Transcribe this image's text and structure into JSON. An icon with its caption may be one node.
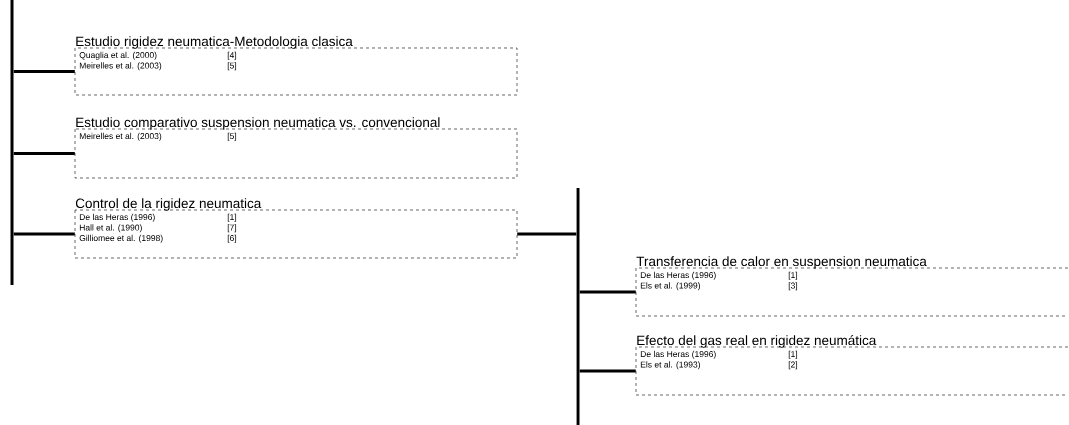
{
  "diagram": {
    "nodes": [
      {
        "text": [],
        "shape": "bar"
      },
      {
        "text": [
          "Estudio rigidez neumatica-Metodologia clasica",
          "Quaglia et al. (2000)",
          "[4]",
          "Meirelles et al. (2003)",
          "[5]"
        ]
      },
      {
        "text": [
          "Estudio comparativo suspension neumatica vs. convencional",
          "Meirelles et al. (2003)",
          "[5]"
        ]
      },
      {
        "text": [
          "Control de la rigidez neumatica",
          "De las Heras (1996)",
          "[1]",
          "Hall et al. (1990)",
          "[7]",
          "Gilliomee et al. (1998)",
          "[6]"
        ]
      },
      {
        "text": [],
        "shape": "bar"
      },
      {
        "text": [
          "Transferencia de calor en suspension neumatica",
          "De las Heras (1996)",
          "[1]",
          "Els et al. (1999)",
          "[3]"
        ]
      },
      {
        "text": [
          "Efecto del gas real en rigidez neumática",
          "De las Heras (1996)",
          "[1]",
          "Els et al. (1993)",
          "[2]"
        ]
      }
    ],
    "edges": [
      {
        "from": 0,
        "to": 1,
        "arrow": "none"
      },
      {
        "from": 0,
        "to": 2,
        "arrow": "none"
      },
      {
        "from": 0,
        "to": 3,
        "arrow": "none"
      },
      {
        "from": 3,
        "to": 4,
        "arrow": "none"
      },
      {
        "from": 4,
        "to": 5,
        "arrow": "none"
      },
      {
        "from": 4,
        "to": 6,
        "arrow": "none"
      }
    ]
  }
}
